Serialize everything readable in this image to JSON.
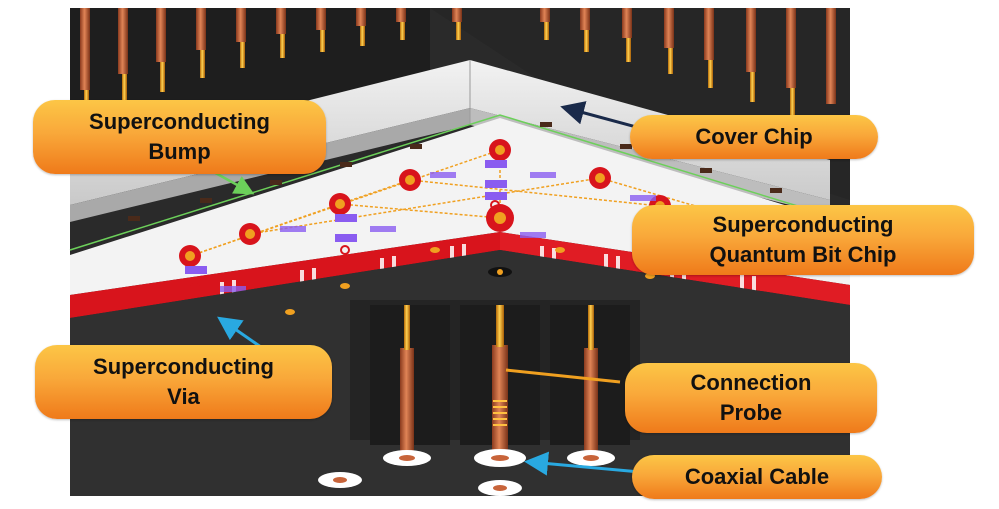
{
  "labels": {
    "superconducting_bump": "Superconducting\nBump",
    "cover_chip": "Cover Chip",
    "qubit_chip": "Superconducting\nQuantum Bit Chip",
    "superconducting_via": "Superconducting\nVia",
    "connection_probe": "Connection\nProbe",
    "coaxial_cable": "Coaxial Cable"
  },
  "colors": {
    "label_fill_top": "#fcc646",
    "label_fill_bottom": "#ef7a1a",
    "chip_red": "#d8141c",
    "copper": "#c8643a",
    "gold": "#f0a020",
    "cover_chip_grey": "#d9d9d9",
    "housing_dark": "#2b2b2b",
    "qubit_purple": "#8a5cf0",
    "arrow_blue": "#29a9e1",
    "arrow_navy": "#1a2a4a",
    "arrow_green": "#6cd05a",
    "arrow_orange": "#f0a020"
  }
}
